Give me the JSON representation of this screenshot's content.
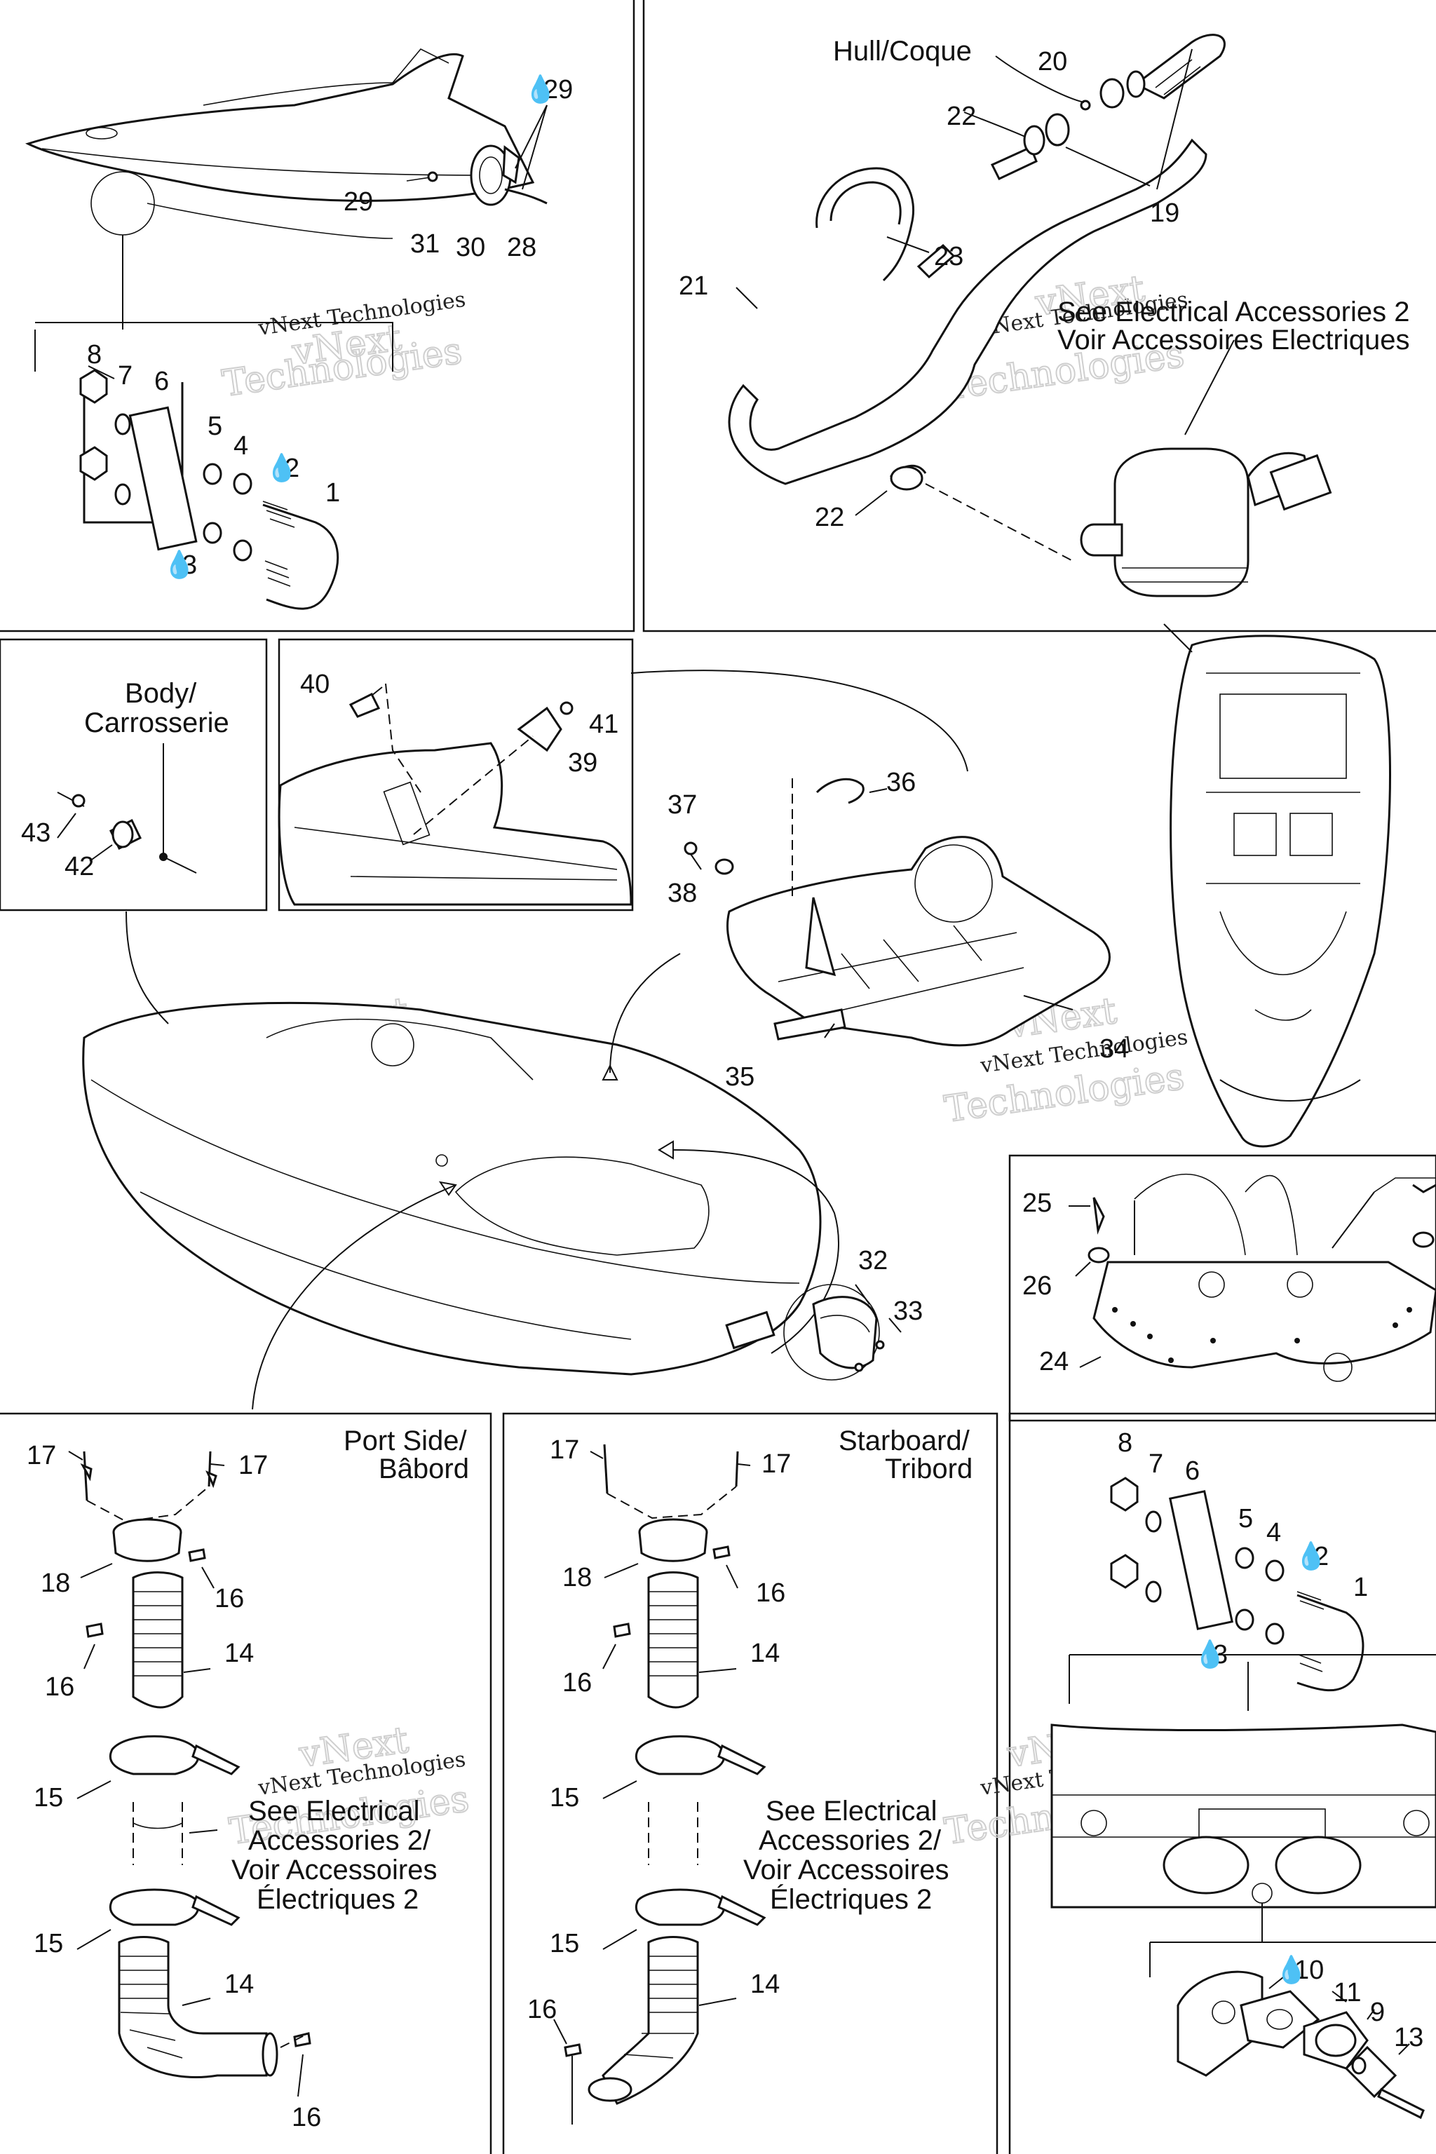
{
  "watermark": {
    "line1": "vNext",
    "line2": "Technologies",
    "small": "vNext Technologies"
  },
  "labels": {
    "hull": "Hull/Coque",
    "see_electrical_top_1": "See Electrical Accessories 2",
    "see_electrical_top_2": "Voir Accessoires Electriques",
    "body_1": "Body/",
    "body_2": "Carrosserie",
    "port_1": "Port Side/",
    "port_2": "Bâbord",
    "starboard_1": "Starboard/",
    "starboard_2": "Tribord",
    "see_electrical_port": [
      "See Electrical",
      "Accessories 2/",
      "Voir Accessoires",
      "Électriques 2"
    ],
    "see_electrical_star": [
      "See Electrical",
      "Accessories 2/",
      "Voir Accessoires",
      "Électriques 2"
    ]
  },
  "callouts": {
    "n1": "1",
    "n2": "2",
    "n3": "3",
    "n4": "4",
    "n5": "5",
    "n6": "6",
    "n7": "7",
    "n8": "8",
    "n9": "9",
    "n10": "10",
    "n11": "11",
    "n13": "13",
    "n14": "14",
    "n15": "15",
    "n16": "16",
    "n17": "17",
    "n18": "18",
    "n19": "19",
    "n20": "20",
    "n21": "21",
    "n22": "22",
    "n23": "23",
    "n24": "24",
    "n25": "25",
    "n26": "26",
    "n28": "28",
    "n29": "29",
    "n30": "30",
    "n31": "31",
    "n32": "32",
    "n33": "33",
    "n34": "34",
    "n35": "35",
    "n36": "36",
    "n37": "37",
    "n38": "38",
    "n39": "39",
    "n40": "40",
    "n41": "41",
    "n42": "42",
    "n43": "43"
  },
  "colors": {
    "ink": "#111111",
    "watermark": "#cfcfcf",
    "paper": "#ffffff"
  }
}
